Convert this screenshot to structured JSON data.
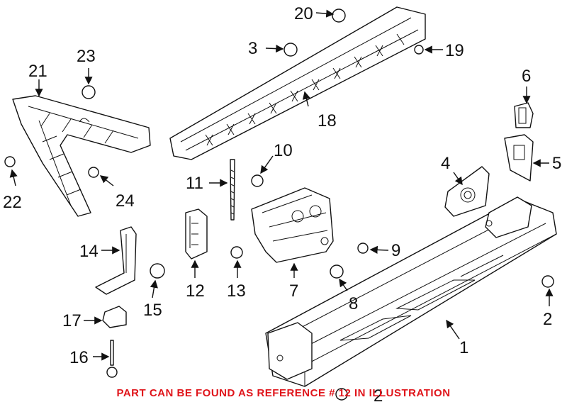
{
  "caption": {
    "text": "PART CAN BE FOUND AS REFERENCE # 12 IN ILLUSTRATION",
    "color": "#e0151b"
  },
  "callouts": {
    "c1": "1",
    "c2a": "2",
    "c2b": "2",
    "c3": "3",
    "c5": "5",
    "c6": "6",
    "c7": "7",
    "c8": "8",
    "c9": "9",
    "c10": "10",
    "c11": "11",
    "c12": "12",
    "c13": "13",
    "c14": "14",
    "c15": "15",
    "c16": "16",
    "c17": "17",
    "c18": "18",
    "c19": "19",
    "c20": "20",
    "c21": "21",
    "c22": "22",
    "c23": "23",
    "c24": "24",
    "c4": "4"
  }
}
